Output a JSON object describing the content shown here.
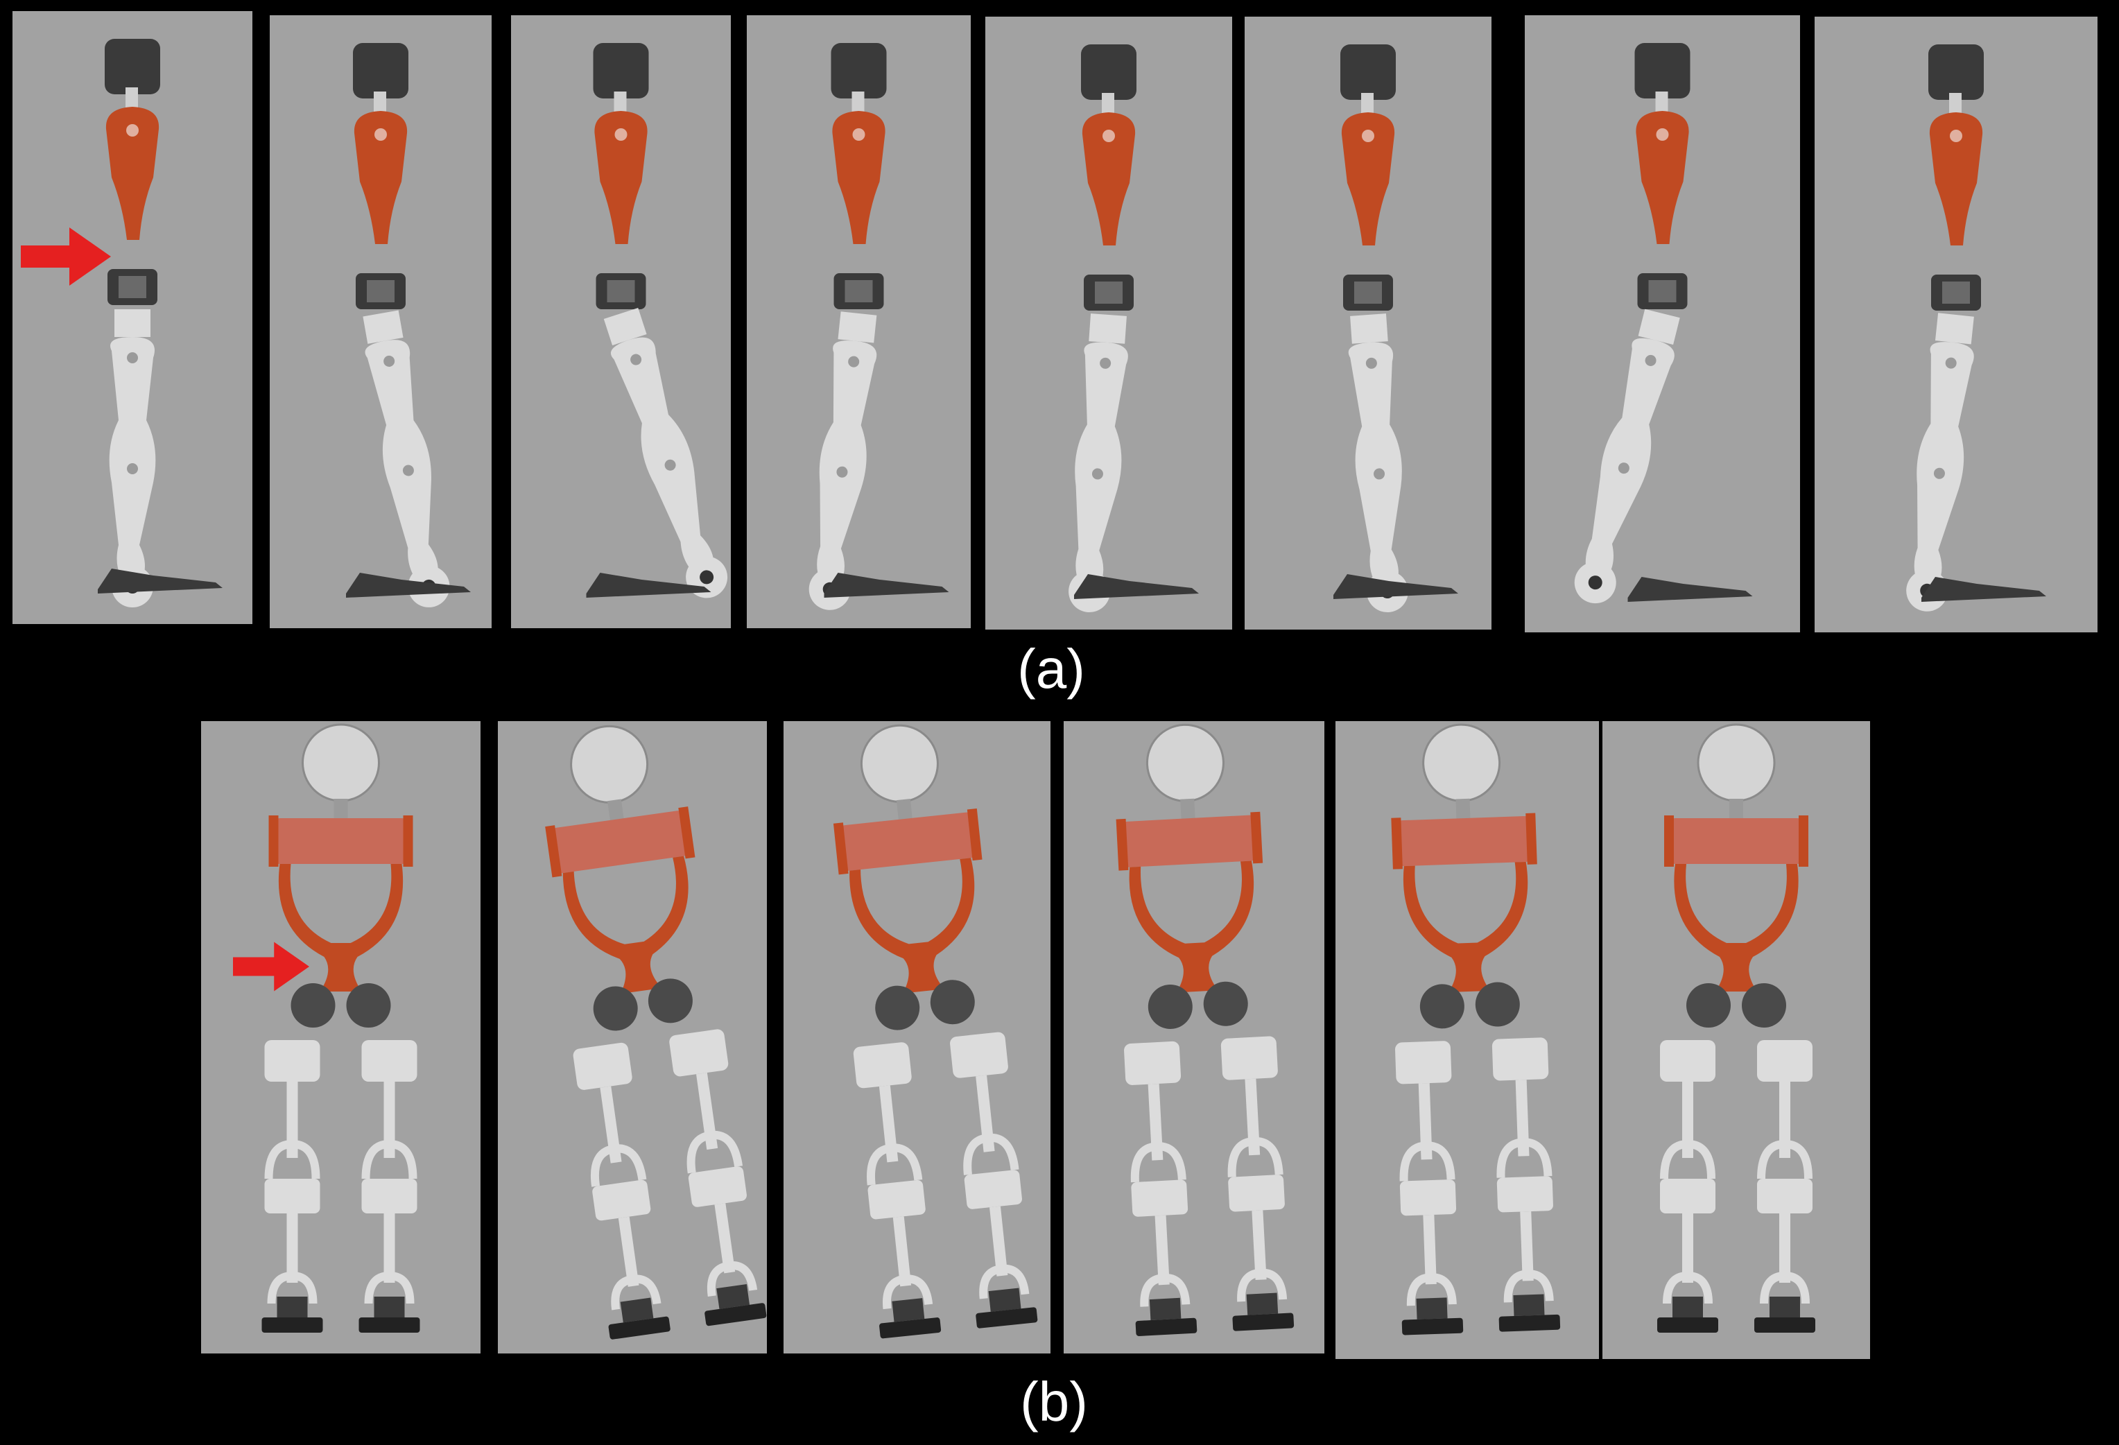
{
  "figure": {
    "background": "#000000",
    "panel_color": "#a2a2a2",
    "colors": {
      "orange": "#c04a22",
      "orange_dark": "#8a2e10",
      "dark_part": "#3a3a3a",
      "silver": "#dcdcdc",
      "arrow_red": "#e52020"
    }
  },
  "row_a": {
    "caption": "(a)",
    "frame_count": 8,
    "arrow_icon": "red-arrow-right"
  },
  "row_b": {
    "caption": "(b)",
    "frame_count": 6,
    "arrow_icon": "red-arrow-right"
  }
}
